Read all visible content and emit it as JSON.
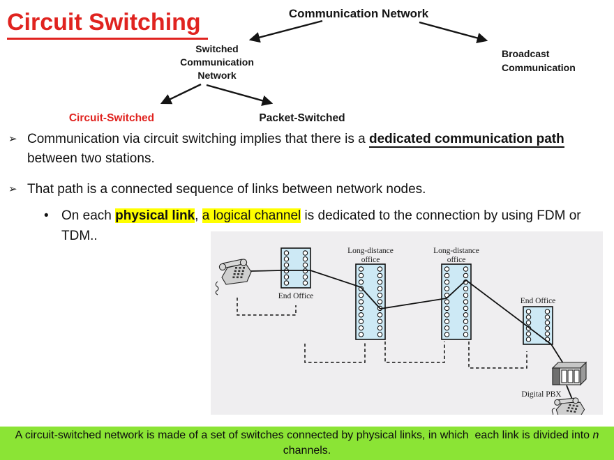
{
  "colors": {
    "title-red": "#e0231f",
    "banner-green": "#8be435",
    "highlight-yellow": "#ffff00",
    "box-blue": "#cde9f5",
    "panel-gray": "#efeef0"
  },
  "title": "Circuit Switching",
  "tree": {
    "root_label": "Communication Network",
    "switched_label": "Switched Communication Network",
    "broadcast_label": "Broadcast Communication",
    "circuit_label": "Circuit-Switched",
    "packet_label": "Packet-Switched"
  },
  "bullets": {
    "b1_marker": "➢",
    "b1_pre": "Communication via circuit switching implies that there is a ",
    "b1_emphasis": "dedicated communication path",
    "b1_post": " between two stations.",
    "b2_marker": "➢",
    "b2_text": "That path is a connected sequence of links between network nodes.",
    "sub_marker": "•",
    "sub_pre": "On each ",
    "sub_hl_bold": "physical link",
    "sub_mid": ", ",
    "sub_hl": "a logical channel",
    "sub_post": " is dedicated to the connection by using FDM or TDM.."
  },
  "diagram": {
    "end_office_label": "End Office",
    "long_distance_line1": "Long-distance",
    "long_distance_line2": "office",
    "digital_pbx_label": "Digital PBX"
  },
  "banner": {
    "text_main": "A circuit-switched network is made of a set of switches connected by physical links, in which  each link is divided into ",
    "text_italic": "n",
    "text_end": " channels."
  }
}
